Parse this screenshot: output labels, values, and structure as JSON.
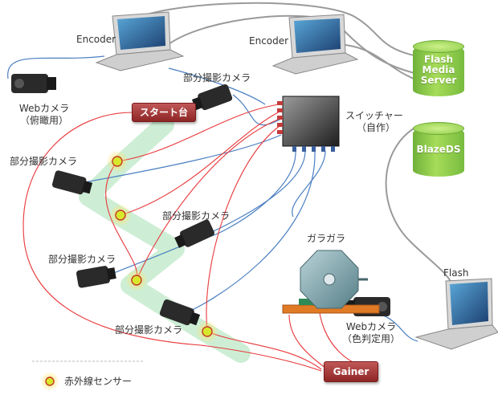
{
  "nodes": {
    "encoder_left": "Encoder",
    "encoder_right": "Encoder",
    "webcam_overhead_line1": "Webカメラ",
    "webcam_overhead_line2": "（俯瞰用）",
    "camera_part_1": "部分撮影カメラ",
    "camera_part_2": "部分撮影カメラ",
    "camera_part_3": "部分撮影カメラ",
    "camera_part_4": "部分撮影カメラ",
    "camera_part_5": "部分撮影カメラ",
    "start_stand": "スタート台",
    "switcher_line1": "スイッチャー",
    "switcher_line2": "（自作）",
    "flash_media_server_1": "Flash",
    "flash_media_server_2": "Media",
    "flash_media_server_3": "Server",
    "blazeds": "BlazeDS",
    "garagara": "ガラガラ",
    "flash_client": "Flash",
    "webcam_color_line1": "Webカメラ",
    "webcam_color_line2": "（色判定用）",
    "gainer": "Gainer"
  },
  "legend": {
    "sensor_label": "赤外線センサー"
  },
  "colors": {
    "signal_wire": "#e8373a",
    "video_wire": "#4a7fc1",
    "network_wire": "#9a9a9a",
    "server_green": "#8cc63f",
    "box_red": "#9b2f2f",
    "sensor_yellow": "#d7e82b",
    "track": "#c8ecd0"
  }
}
